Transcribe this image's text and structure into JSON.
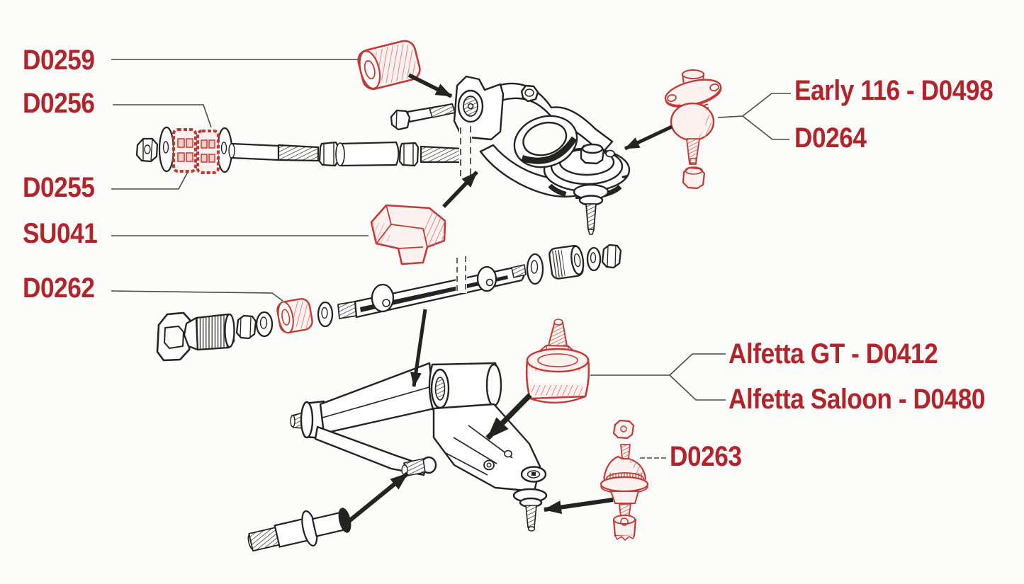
{
  "colors": {
    "background": "#fcfcfa",
    "label_red": "#b2232a",
    "part_red": "#c23a33",
    "ink": "#23231f",
    "leader_gray": "#4a4a46"
  },
  "labels": {
    "d0259": "D0259",
    "d0256": "D0256",
    "d0255": "D0255",
    "su041": "SU041",
    "d0262": "D0262",
    "early116_d0498": "Early 116 - D0498",
    "d0264": "D0264",
    "alfetta_gt_d0412": "Alfetta GT - D0412",
    "alfetta_saloon_d0480": "Alfetta Saloon - D0480",
    "d0263": "D0263"
  },
  "parts": [
    {
      "name": "upper-arm-inner-bushing",
      "highlight": "red",
      "label": "D0259"
    },
    {
      "name": "upper-serrated-washer",
      "highlight": "red",
      "label": "D0256"
    },
    {
      "name": "lower-serrated-washer",
      "highlight": "red",
      "label": "D0255"
    },
    {
      "name": "rubber-bump-stop",
      "highlight": "red",
      "label": "SU041"
    },
    {
      "name": "lower-arm-bushing",
      "highlight": "red",
      "label": "D0262"
    },
    {
      "name": "upper-ball-joint",
      "highlight": "red",
      "label": "Early 116 - D0498 / D0264"
    },
    {
      "name": "spring-pad-cone-bushing",
      "highlight": "red",
      "label": "Alfetta GT - D0412 / Alfetta Saloon - D0480"
    },
    {
      "name": "lower-ball-joint",
      "highlight": "red",
      "label": "D0263"
    },
    {
      "name": "upper-wishbone-arm",
      "highlight": "black",
      "label": ""
    },
    {
      "name": "lower-wishbone-arm",
      "highlight": "black",
      "label": ""
    },
    {
      "name": "pivot-shaft-and-hardware",
      "highlight": "black",
      "label": ""
    }
  ]
}
